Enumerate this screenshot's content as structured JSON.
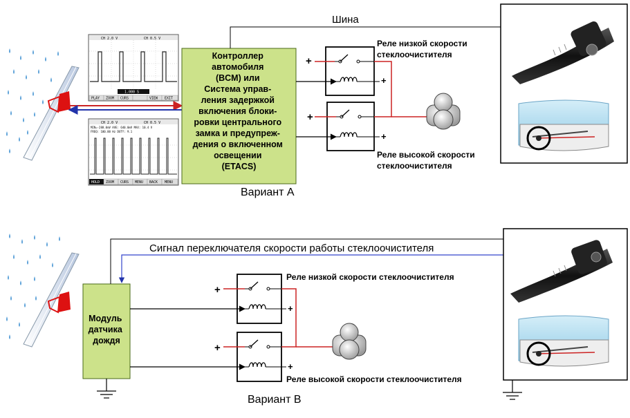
{
  "variant_a": {
    "bus_label": "Шина",
    "controller_lines": [
      "Контроллер",
      "автомобиля",
      "(BCM) или",
      "Система управ-",
      "ления задержкой",
      "включения блоки-",
      "ровки центрального",
      "замка и предупреж-",
      "дения о включенном",
      "освещении",
      "(ETACS)"
    ],
    "relay_low_lines": [
      "Реле низкой скорости",
      "стеклоочистителя"
    ],
    "relay_high_lines": [
      "Реле высокой скорости",
      "стеклоочистителя"
    ],
    "plus": "+",
    "caption": "Вариант A",
    "scope_top": {
      "header": [
        "CH 2.0 V",
        "CH 0.5 V"
      ],
      "readout": "1.000 S",
      "buttons": [
        "PLAY",
        "ZOOM",
        "CURS",
        "",
        "VIEW",
        "EXIT"
      ]
    },
    "scope_bottom": {
      "header": [
        "CH 2.0 V",
        "CH 0.5 V"
      ],
      "info1": "MIN=-288.0mV AVE: 640.0mV MAX: 10.4 V",
      "info2": "FREQ: 100.00 Hz   DUTY: 9.1",
      "buttons": [
        "HOLD",
        "ZOOM",
        "CURS",
        "MENU",
        "BACK",
        "MENU"
      ]
    }
  },
  "variant_b": {
    "signal_label": "Сигнал переключателя скорости работы стеклоочистителя",
    "module_lines": [
      "Модуль",
      "датчика",
      "дождя"
    ],
    "relay_low": "Реле низкой скорости стеклоочистителя",
    "relay_high": "Реле высокой скорости стеклоочистителя",
    "plus": "+",
    "caption": "Вариант B"
  },
  "colors": {
    "box_fill": "#cce28a",
    "red_wire": "#cc2222",
    "blue_wire": "#2233aa",
    "arrow_blue": "#3344cc"
  }
}
